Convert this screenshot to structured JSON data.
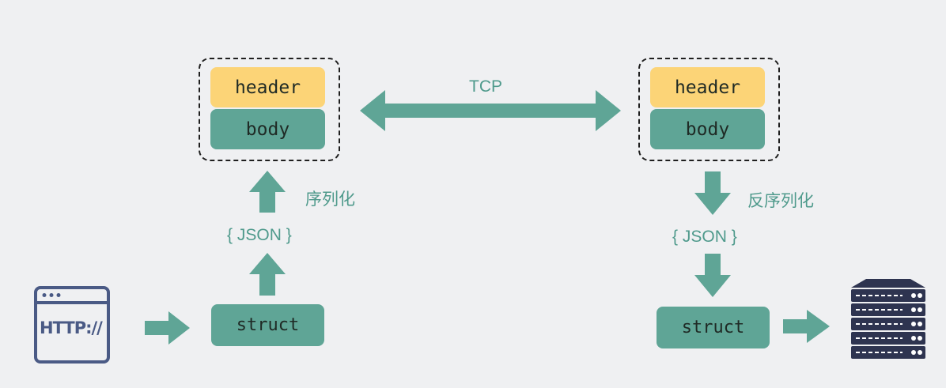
{
  "left_packet": {
    "header": "header",
    "body": "body"
  },
  "right_packet": {
    "header": "header",
    "body": "body"
  },
  "tcp_label": "TCP",
  "serialize_label": "序列化",
  "deserialize_label": "反序列化",
  "json_left": "{ JSON }",
  "json_right": "{ JSON }",
  "struct_left": "struct",
  "struct_right": "struct",
  "http_icon": {
    "icon": "browser-window-icon",
    "text": "HTTP://"
  },
  "server_icon": {
    "icon": "server-rack-icon"
  },
  "colors": {
    "background": "#eff0f2",
    "header": "#fcd477",
    "body": "#5fa596",
    "arrow": "#5fa596",
    "label": "#4f9a8c",
    "icon": "#4a5a85"
  }
}
